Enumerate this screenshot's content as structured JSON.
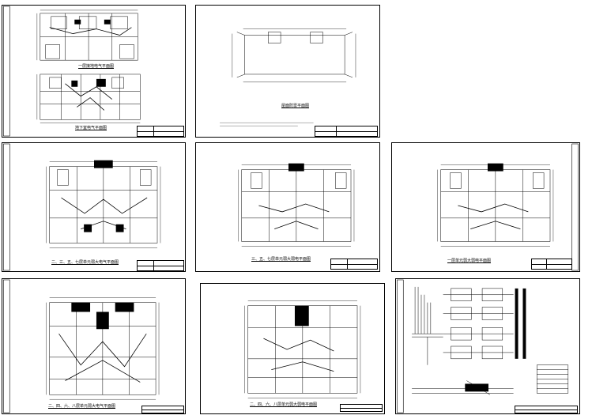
{
  "sheets": [
    {
      "id": "s1",
      "captions": [
        "一层接地电气平面图",
        "地下室电气平面图"
      ]
    },
    {
      "id": "s2",
      "captions": [
        "屋面防雷平面图"
      ]
    },
    {
      "id": "s3",
      "captions": [
        "二、三、五、七层单元弱大电气平面图"
      ]
    },
    {
      "id": "s4",
      "captions": [
        "三、五、七层单元弱大弱电平面图"
      ]
    },
    {
      "id": "s5",
      "captions": [
        "一层单元弱大弱电平面图"
      ]
    },
    {
      "id": "s6",
      "captions": [
        "二、四、六、八层单元弱大电气平面图"
      ]
    },
    {
      "id": "s7",
      "captions": [
        "二、四、六、八层单元弱大弱电平面图"
      ]
    },
    {
      "id": "s8",
      "captions": []
    }
  ]
}
